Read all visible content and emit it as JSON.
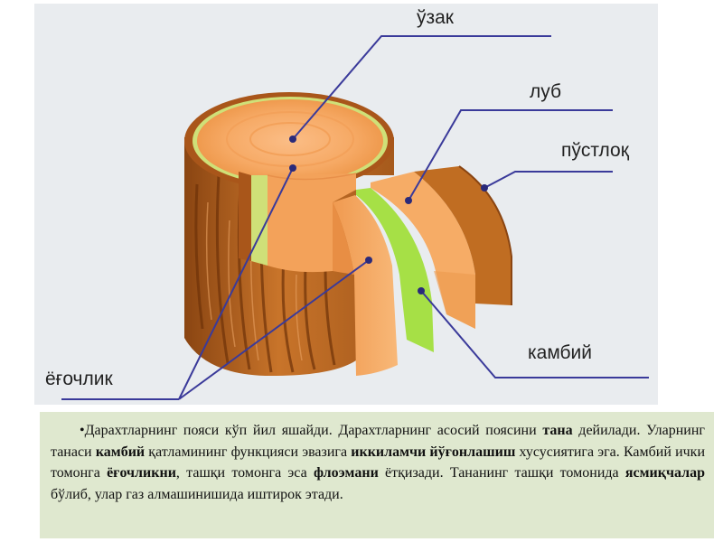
{
  "labels": {
    "core": "ўзак",
    "phloem": "луб",
    "bark": "пўстлоқ",
    "cambium": "камбий",
    "wood": "ёғочлик"
  },
  "caption": {
    "bullet": "•",
    "s1": "Дарахтларнинг пояси кўп йил яшайди. Дарахтларнинг асосий поясини ",
    "b1": "тана",
    "s2": " дейилади. Уларнинг танаси ",
    "b2": "камбий",
    "s3": " қатламининг функцияси эвазига ",
    "b3": "иккиламчи йўғонлашиш",
    "s4": " хусусиятига эга. Камбий ички томонга ",
    "b4": "ёғочликни",
    "s5": ", ташқи томонга эса ",
    "b5": "флоэмани",
    "s6": " ётқизади. Тананинг ташқи томонида ",
    "b6": "ясмиқчалар",
    "s7": " бўлиб, улар газ алмашинишида иштирок этади."
  },
  "colors": {
    "figure_bg": "#e9ecef",
    "caption_bg": "#dfe8cf",
    "bark": "#b8651c",
    "wood": "#f5a45c",
    "cambium": "#9fdc3a",
    "leader": "#3a3a9a"
  }
}
